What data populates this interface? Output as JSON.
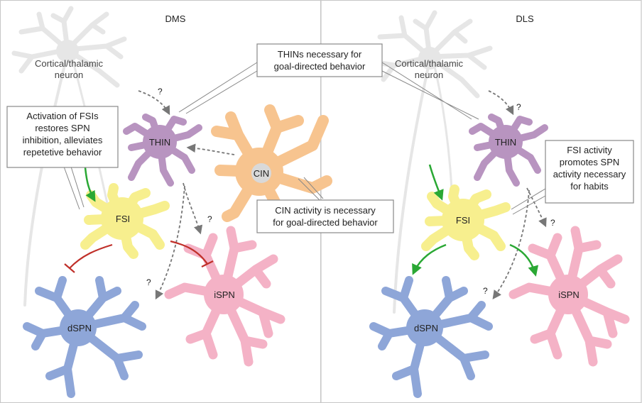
{
  "panels": {
    "left": {
      "header": "DMS",
      "source": [
        "Cortical/thalamic",
        "neuron"
      ],
      "cells": {
        "thin": "THIN",
        "cin": "CIN",
        "fsi": "FSI",
        "dspn": "dSPN",
        "ispn": "iSPN"
      },
      "question_marks": [
        "?",
        "?",
        "?"
      ]
    },
    "right": {
      "header": "DLS",
      "source": [
        "Cortical/thalamic",
        "neuron"
      ],
      "cells": {
        "thin": "THIN",
        "fsi": "FSI",
        "dspn": "dSPN",
        "ispn": "iSPN"
      },
      "question_marks": [
        "?",
        "?",
        "?"
      ]
    }
  },
  "callouts": {
    "thins": [
      "THINs necessary for",
      "goal-directed behavior"
    ],
    "fsi_dms": [
      "Activation of FSIs",
      "restores SPN",
      "inhibition, alleviates",
      "repetetive behavior"
    ],
    "cin": [
      "CIN activity is necessary",
      "for goal-directed behavior"
    ],
    "fsi_dls": [
      "FSI activity",
      "promotes SPN",
      "activity necessary",
      "for habits"
    ]
  },
  "colors": {
    "thin": "#b894c0",
    "cin": "#f7c48f",
    "fsi": "#f7ef8e",
    "dspn": "#8ea6d8",
    "ispn": "#f4b2c6",
    "ghost_neuron": "#e8e8e8",
    "excitatory_arrow": "#2aa834",
    "inhibitory_arrow": "#c0302a",
    "dashed_arrow": "#777777",
    "divider": "#c8c8c8"
  }
}
